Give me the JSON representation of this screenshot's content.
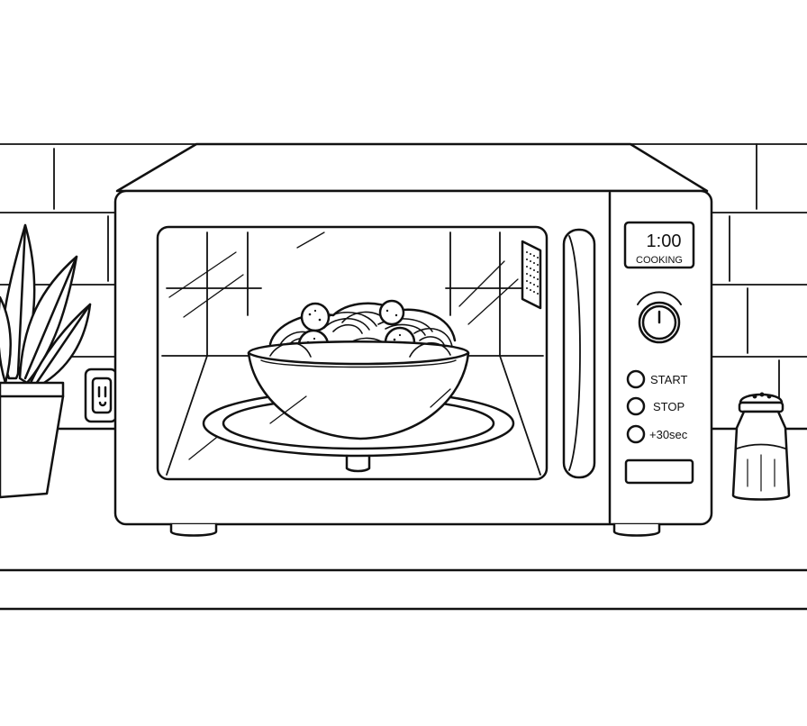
{
  "display": {
    "time": "1:00",
    "status": "COOKING"
  },
  "buttons": [
    {
      "label": "START"
    },
    {
      "label": "STOP"
    },
    {
      "label": "+30sec"
    }
  ],
  "colors": {
    "line": "#111111",
    "background": "#ffffff"
  },
  "icons": [
    "microwave-icon",
    "plant-icon",
    "outlet-icon",
    "salt-shaker-icon",
    "bowl-icon",
    "dial-icon"
  ]
}
